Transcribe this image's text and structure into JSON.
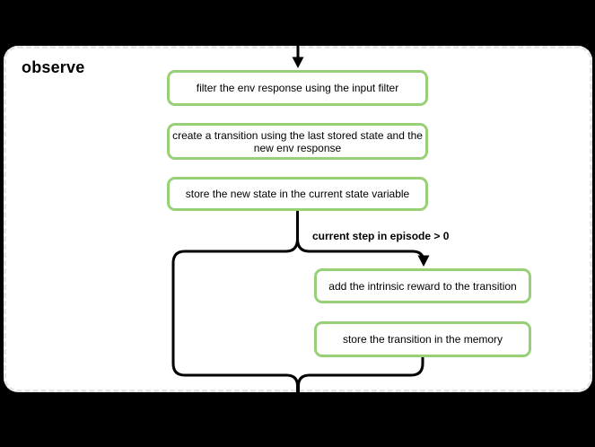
{
  "page": {
    "background": "#000000"
  },
  "container": {
    "title": "observe",
    "fill": "#ffffff",
    "border_color": "#e6e6e6"
  },
  "colors": {
    "node_border_green": "#97d077",
    "connector_black": "#000000",
    "text_black": "#000000"
  },
  "flow": {
    "steps": [
      {
        "lines": [
          "filter the env response using the input filter"
        ]
      },
      {
        "lines": [
          "create a transition using the last stored state and the",
          "new env response"
        ]
      },
      {
        "lines": [
          "store the new state in the current state variable"
        ]
      }
    ],
    "branch": {
      "condition_label": "current step in episode > 0",
      "steps": [
        {
          "lines": [
            "add the intrinsic reward to the transition"
          ]
        },
        {
          "lines": [
            "store the transition in the memory"
          ]
        }
      ]
    }
  }
}
